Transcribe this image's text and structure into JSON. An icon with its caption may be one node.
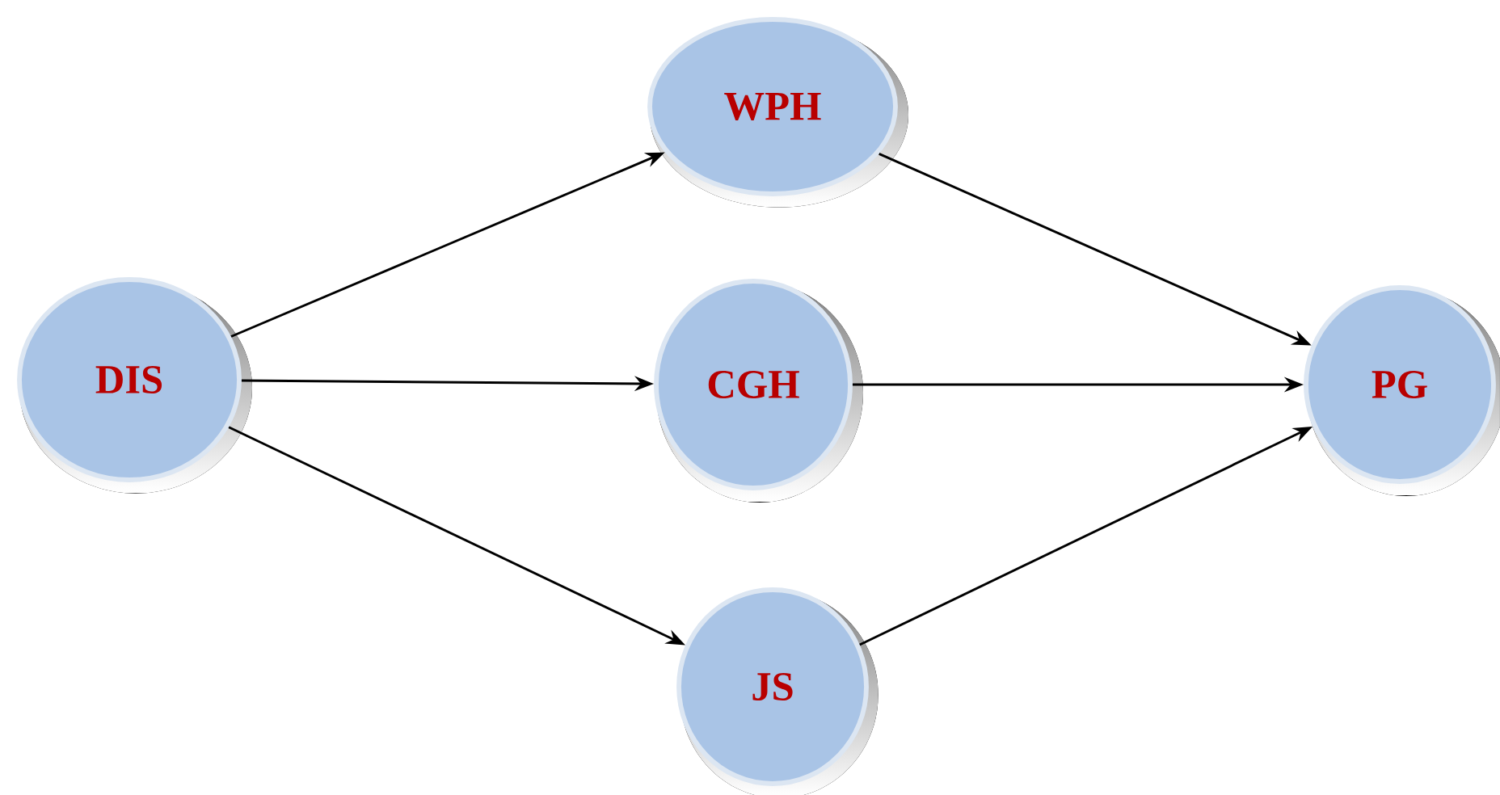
{
  "diagram": {
    "nodes": [
      {
        "text": [
          "DIS"
        ]
      },
      {
        "text": [
          "WPH"
        ]
      },
      {
        "text": [
          "CGH"
        ]
      },
      {
        "text": [
          "JS"
        ]
      },
      {
        "text": [
          "PG"
        ]
      }
    ],
    "edges": [
      {
        "from": 0,
        "to": 1,
        "arrow": "to"
      },
      {
        "from": 0,
        "to": 2,
        "arrow": "to"
      },
      {
        "from": 0,
        "to": 3,
        "arrow": "to"
      },
      {
        "from": 1,
        "to": 4,
        "arrow": "to"
      },
      {
        "from": 2,
        "to": 4,
        "arrow": "to"
      },
      {
        "from": 3,
        "to": 4,
        "arrow": "to"
      }
    ]
  }
}
